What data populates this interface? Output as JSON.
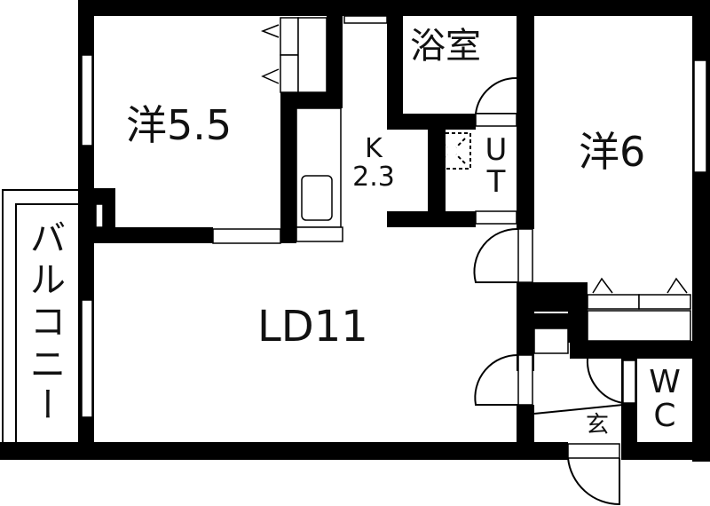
{
  "floor_plan": {
    "type": "apartment-floor-plan",
    "colors": {
      "wall": "#000000",
      "background": "#ffffff",
      "line": "#111111"
    },
    "rooms": [
      {
        "id": "western-room-a",
        "label": "洋5.5",
        "kind": "Western-style room",
        "size_jo": 5.5
      },
      {
        "id": "kitchen",
        "label_line1": "K",
        "label_line2": "2.3",
        "kind": "Kitchen",
        "size_jo": 2.3
      },
      {
        "id": "bathroom",
        "label": "浴室",
        "kind": "Bathroom"
      },
      {
        "id": "utility",
        "label_line1": "U",
        "label_line2": "T",
        "kind": "Utility"
      },
      {
        "id": "western-room-b",
        "label": "洋6",
        "kind": "Western-style room",
        "size_jo": 6
      },
      {
        "id": "living-dining",
        "label": "LD11",
        "kind": "Living-Dining",
        "size_jo": 11
      },
      {
        "id": "entrance",
        "label": "玄",
        "kind": "Entrance"
      },
      {
        "id": "toilet",
        "label_line1": "W",
        "label_line2": "C",
        "kind": "Toilet"
      },
      {
        "id": "balcony",
        "label_chars": [
          "バ",
          "ル",
          "コ",
          "ニ",
          "ー"
        ],
        "kind": "Balcony"
      }
    ]
  }
}
